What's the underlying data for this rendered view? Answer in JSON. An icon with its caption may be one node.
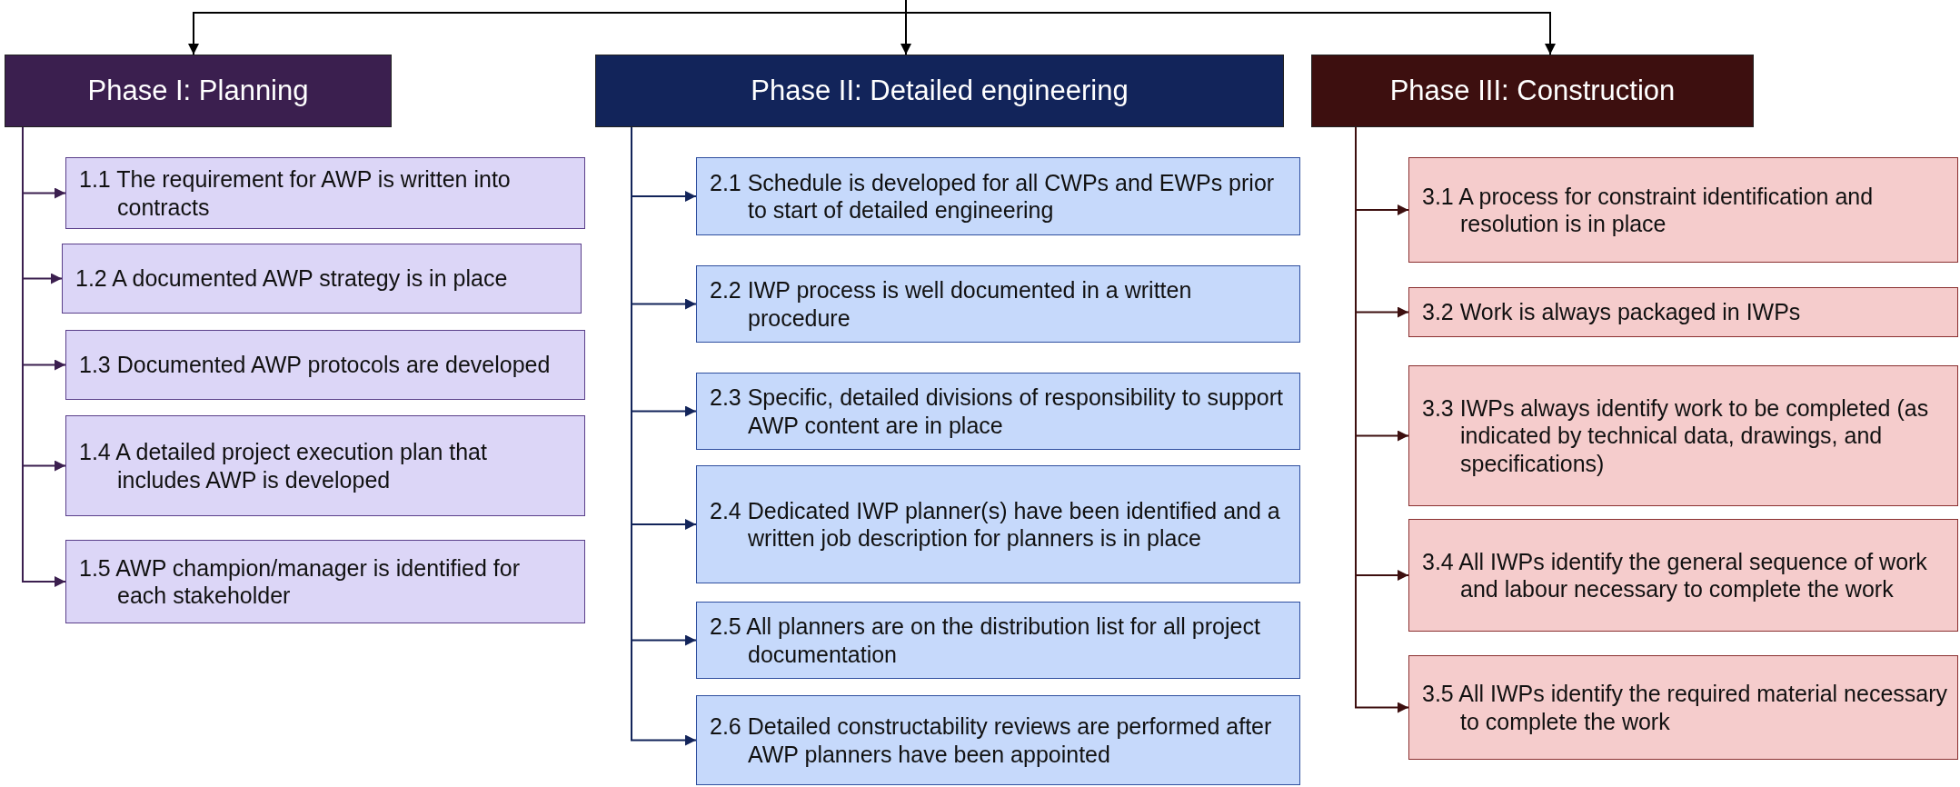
{
  "diagram": {
    "nodes": [
      {
        "text": [
          "Phase I: Planning"
        ]
      },
      {
        "text": [
          "1.1 The requirement for AWP is written into contracts"
        ]
      },
      {
        "text": [
          "1.2 A documented AWP strategy is in place"
        ]
      },
      {
        "text": [
          "1.3 Documented AWP protocols are developed"
        ]
      },
      {
        "text": [
          "1.4 A detailed project execution plan that includes AWP is developed"
        ]
      },
      {
        "text": [
          "1.5 AWP champion/manager is identified for each stakeholder"
        ]
      },
      {
        "text": [
          "Phase II: Detailed engineering"
        ]
      },
      {
        "text": [
          "2.1 Schedule is developed for all CWPs and EWPs prior to start of detailed engineering"
        ]
      },
      {
        "text": [
          "2.2 IWP process is well documented in a written procedure"
        ]
      },
      {
        "text": [
          "2.3 Specific, detailed divisions of responsibility to support AWP content are in place"
        ]
      },
      {
        "text": [
          "2.4 Dedicated IWP planner(s) have been identified and a written job description for planners is in place"
        ]
      },
      {
        "text": [
          "2.5 All planners are on the distribution list for all project documentation"
        ]
      },
      {
        "text": [
          "2.6 Detailed constructability reviews are performed after AWP planners have been appointed"
        ]
      },
      {
        "text": [
          "Phase III: Construction"
        ]
      },
      {
        "text": [
          "3.1 A process for constraint identification and resolution is in place"
        ]
      },
      {
        "text": [
          "3.2 Work is always packaged in IWPs"
        ]
      },
      {
        "text": [
          "3.3 IWPs always identify work to be completed (as indicated by technical data, drawings, and specifications)"
        ]
      },
      {
        "text": [
          "3.4 All IWPs identify the general sequence of work and labour necessary to complete the work"
        ]
      },
      {
        "text": [
          "3.5 All IWPs identify the required material necessary to complete the work"
        ]
      }
    ],
    "edges": [
      {
        "from": null,
        "to": 0,
        "arrow": "to"
      },
      {
        "from": null,
        "to": 6,
        "arrow": "to"
      },
      {
        "from": null,
        "to": 13,
        "arrow": "to"
      },
      {
        "from": 0,
        "to": 1,
        "arrow": "to",
        "color": "#3b1f4f"
      },
      {
        "from": 0,
        "to": 2,
        "arrow": "to",
        "color": "#3b1f4f"
      },
      {
        "from": 0,
        "to": 3,
        "arrow": "to",
        "color": "#3b1f4f"
      },
      {
        "from": 0,
        "to": 4,
        "arrow": "to",
        "color": "#3b1f4f"
      },
      {
        "from": 0,
        "to": 5,
        "arrow": "to",
        "color": "#3b1f4f"
      },
      {
        "from": 6,
        "to": 7,
        "arrow": "to",
        "color": "#12245a"
      },
      {
        "from": 6,
        "to": 8,
        "arrow": "to",
        "color": "#12245a"
      },
      {
        "from": 6,
        "to": 9,
        "arrow": "to",
        "color": "#12245a"
      },
      {
        "from": 6,
        "to": 10,
        "arrow": "to",
        "color": "#12245a"
      },
      {
        "from": 6,
        "to": 11,
        "arrow": "to",
        "color": "#12245a"
      },
      {
        "from": 6,
        "to": 12,
        "arrow": "to",
        "color": "#12245a"
      },
      {
        "from": 13,
        "to": 14,
        "arrow": "to",
        "color": "#3d0f0f"
      },
      {
        "from": 13,
        "to": 15,
        "arrow": "to",
        "color": "#3d0f0f"
      },
      {
        "from": 13,
        "to": 16,
        "arrow": "to",
        "color": "#3d0f0f"
      },
      {
        "from": 13,
        "to": 17,
        "arrow": "to",
        "color": "#3d0f0f"
      },
      {
        "from": 13,
        "to": 18,
        "arrow": "to",
        "color": "#3d0f0f"
      }
    ]
  }
}
